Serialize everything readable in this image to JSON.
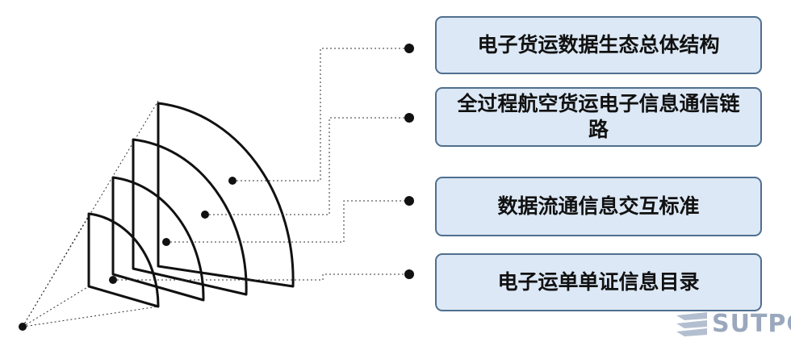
{
  "labels": [
    "电子货运数据生态总体结构",
    "全过程航空货运电子信息通信链路",
    "数据流通信息交互标准",
    "电子运单单证信息目录"
  ],
  "watermark": "SUTPC"
}
